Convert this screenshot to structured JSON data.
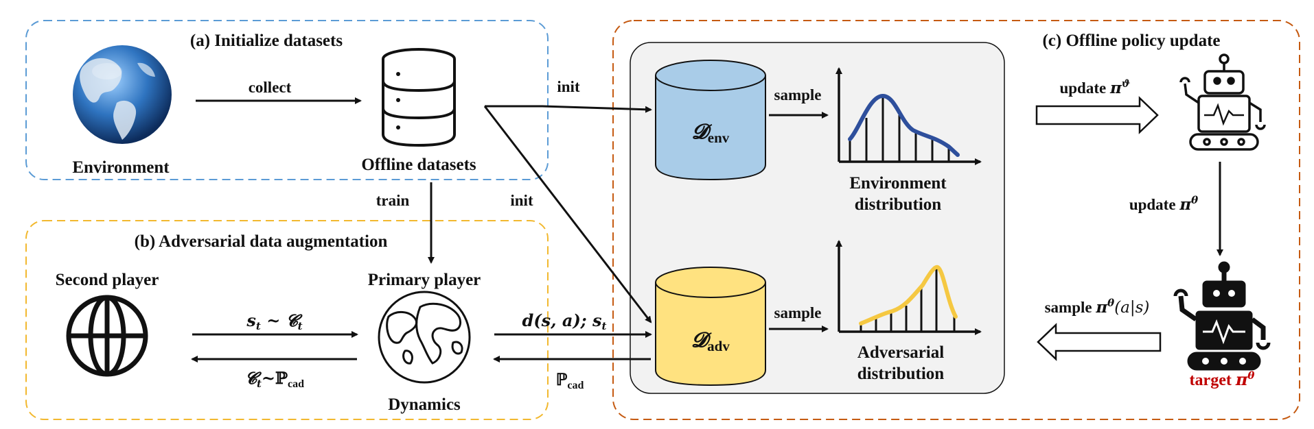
{
  "panels": {
    "a_title": "(a) Initialize datasets",
    "b_title": "(b) Adversarial data augmentation",
    "c_title": "(c) Offline policy update"
  },
  "labels": {
    "environment": "Environment",
    "offline_datasets": "Offline datasets",
    "collect": "collect",
    "train": "train",
    "init_top": "init",
    "init_bottom": "init",
    "second_player": "Second player",
    "primary_player": "Primary player",
    "dynamics": "Dynamics",
    "st_ct": "s_t ~ C_t",
    "ct_pcad": "C_t ~ P_cad",
    "d_sa_st": "d(s, a); s_t",
    "p_cad": "P_cad",
    "d_env": "D_env",
    "d_adv": "D_adv",
    "sample_top": "sample",
    "sample_bottom": "sample",
    "env_dist_1": "Environment",
    "env_dist_2": "distribution",
    "adv_dist_1": "Adversarial",
    "adv_dist_2": "distribution",
    "update_pi_vartheta": "update π^ϑ",
    "update_pi_theta": "update π^θ",
    "sample_pi_theta": "sample π^θ(a|s)",
    "target_pi_theta": "target π^θ"
  },
  "colors": {
    "panel_a_border": "#5b9bd5",
    "panel_b_border": "#f2b82e",
    "panel_c_border": "#c55a11",
    "inner_box_fill": "#f2f2f2",
    "d_env_fill": "#a9cce8",
    "d_adv_fill": "#ffe280",
    "env_curve": "#2e4f9c",
    "adv_curve": "#f5c842",
    "target_text": "#c00000"
  },
  "icons": [
    "globe-icon",
    "database-icon",
    "wireframe-globe-icon",
    "earth-outline-icon",
    "cylinder-icon",
    "robot-outline-icon",
    "robot-solid-icon"
  ]
}
